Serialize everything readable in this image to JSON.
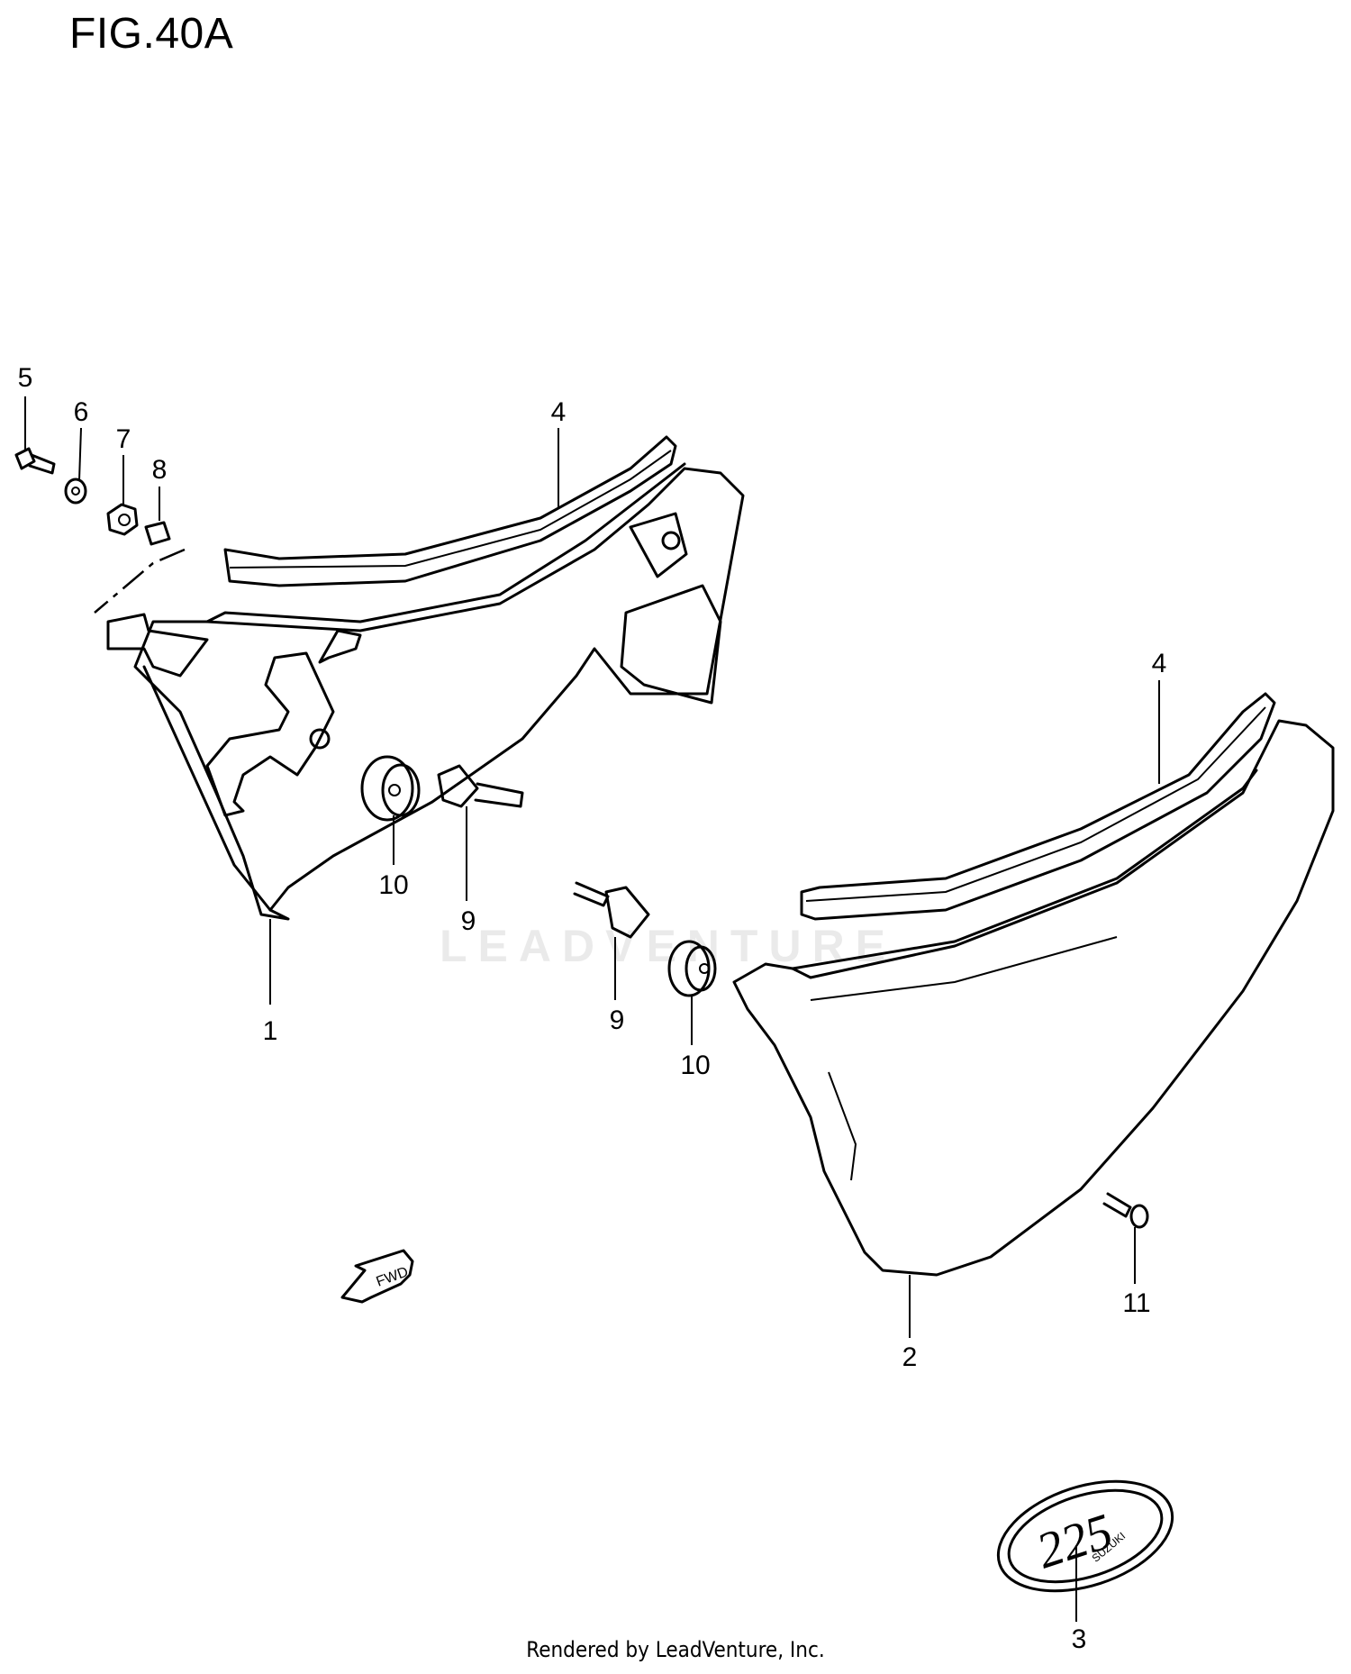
{
  "figure": {
    "title": "FIG.40A"
  },
  "callouts": [
    {
      "id": "c5",
      "label": "5"
    },
    {
      "id": "c6",
      "label": "6"
    },
    {
      "id": "c7",
      "label": "7"
    },
    {
      "id": "c8",
      "label": "8"
    },
    {
      "id": "c4a",
      "label": "4"
    },
    {
      "id": "c4b",
      "label": "4"
    },
    {
      "id": "c10a",
      "label": "10"
    },
    {
      "id": "c9a",
      "label": "9"
    },
    {
      "id": "c1",
      "label": "1"
    },
    {
      "id": "c9b",
      "label": "9"
    },
    {
      "id": "c10b",
      "label": "10"
    },
    {
      "id": "c11",
      "label": "11"
    },
    {
      "id": "c2",
      "label": "2"
    },
    {
      "id": "c3",
      "label": "3"
    }
  ],
  "arrow": {
    "label": "FWD"
  },
  "emblem": {
    "text_main": "225",
    "text_sub": "SUZUKI"
  },
  "watermark": {
    "text": "LEADVENTURE"
  },
  "footer": {
    "text": "Rendered by LeadVenture, Inc."
  }
}
